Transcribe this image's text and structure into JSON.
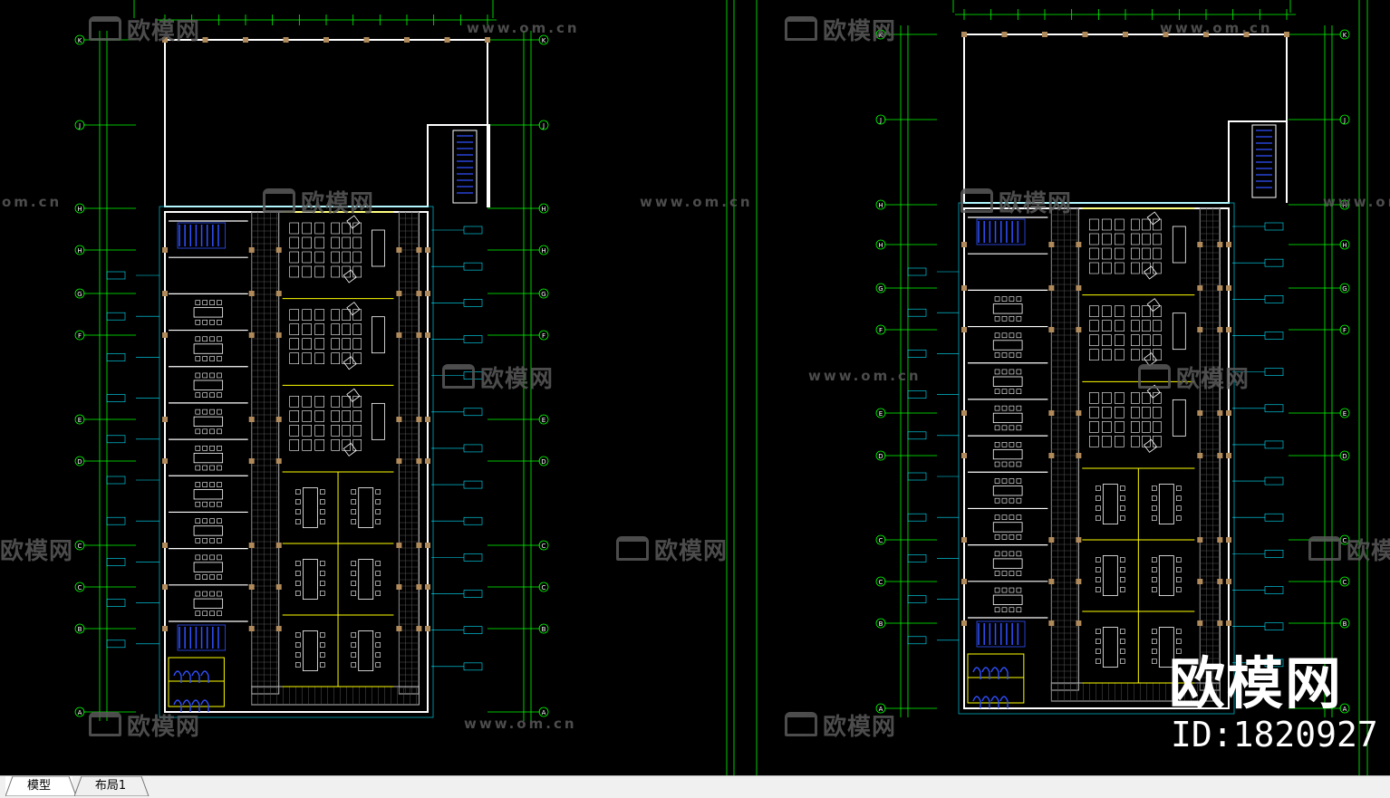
{
  "watermark": {
    "logo_text": "欧模网",
    "url_text": "www.om.cn",
    "url_text_partial": "www.om.cn",
    "url_text_cut": "www.om",
    "url_text_left_edge": "om.cn"
  },
  "brand": {
    "big_text": "欧模网",
    "id_text": "ID:1820927"
  },
  "tabs": [
    {
      "label": "模型",
      "active": true
    },
    {
      "label": "布局1",
      "active": false
    }
  ],
  "colors": {
    "background": "#000000",
    "wall": "#ffffff",
    "column": "#b08a5a",
    "grid_axis": "#00ff00",
    "dimension": "#7fffd4",
    "stair": "#3050ff",
    "furniture": "#ffffff",
    "door": "#00e5ff",
    "hatch": "#bbbbbb",
    "room_boundary": "#ffff00",
    "watermark": "#5a5a5a"
  },
  "plans": [
    {
      "axis_labels": [
        "K",
        "J",
        "H",
        "H",
        "G",
        "F",
        "E",
        "D",
        "C",
        "C",
        "B",
        "A"
      ]
    },
    {
      "axis_labels": [
        "K",
        "J",
        "H",
        "H",
        "G",
        "F",
        "E",
        "D",
        "C",
        "C",
        "B",
        "A"
      ]
    }
  ]
}
